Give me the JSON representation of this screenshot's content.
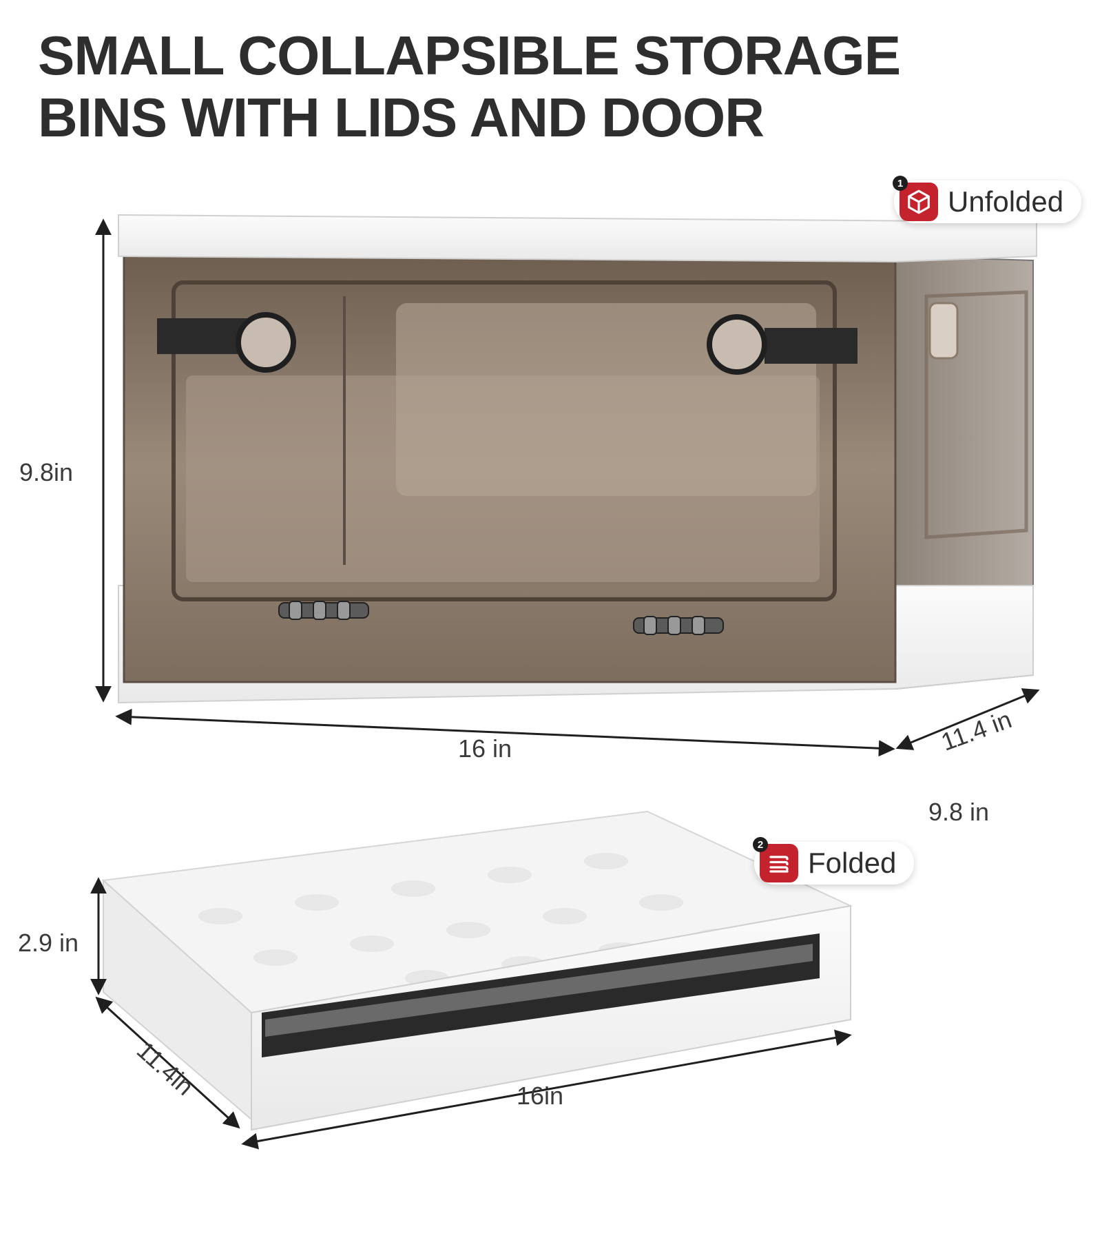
{
  "title": {
    "line1": "SMALL COLLAPSIBLE STORAGE",
    "line2": "BINS WITH LIDS AND DOOR"
  },
  "unfolded": {
    "badge_number": "1",
    "badge_label": "Unfolded",
    "badge_icon": "cube-icon",
    "height_label": "9.8in",
    "width_label": "16 in",
    "depth_label": "11.4 in"
  },
  "folded": {
    "badge_number": "2",
    "badge_label": "Folded",
    "badge_icon": "stack-icon",
    "extra_label": "9.8 in",
    "height_label": "2.9 in",
    "depth_label": "11.4in",
    "width_label": "16in"
  },
  "colors": {
    "accent": "#c4222c",
    "text": "#2e2e2e",
    "bin_tint": "#8a7a6a",
    "white_plastic": "#f6f6f6"
  }
}
